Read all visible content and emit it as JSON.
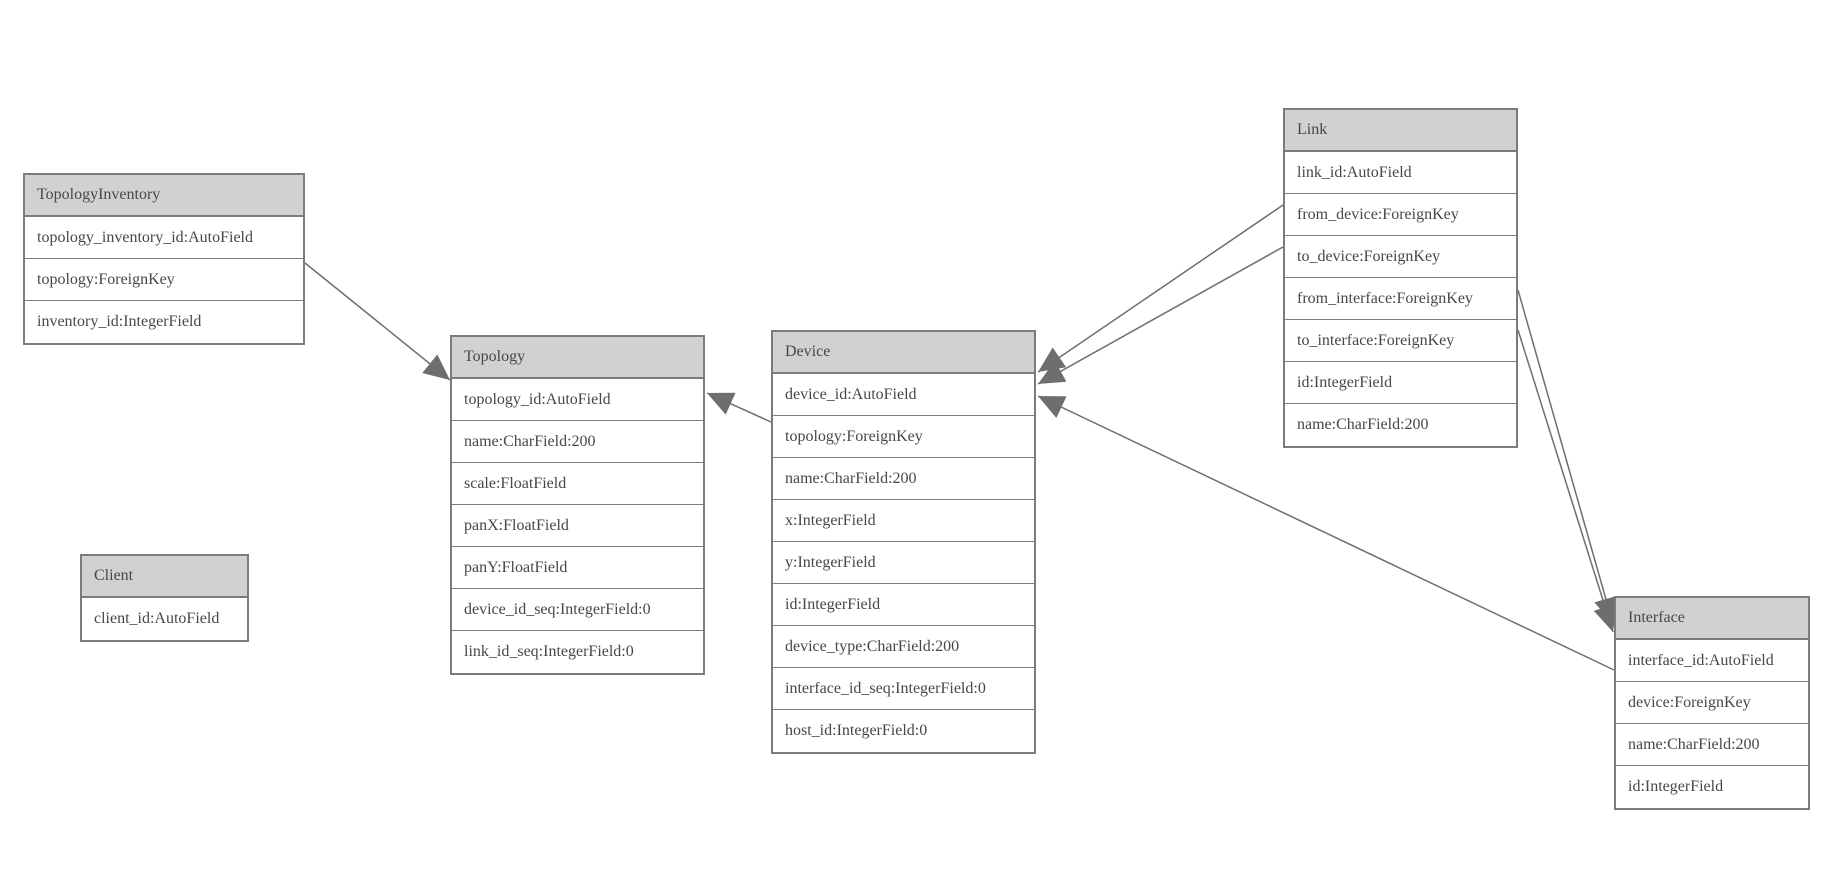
{
  "diagram": {
    "background": "#ffffff",
    "colors": {
      "header_bg": "#d1d1d1",
      "border": "#7b7b7b",
      "text": "#474747",
      "line": "#6e6e6e",
      "arrowhead": "#6e6e6e"
    },
    "entities": [
      {
        "name": "TopologyInventory",
        "fields": [
          "topology_inventory_id:AutoField",
          "topology:ForeignKey",
          "inventory_id:IntegerField"
        ]
      },
      {
        "name": "Topology",
        "fields": [
          "topology_id:AutoField",
          "name:CharField:200",
          "scale:FloatField",
          "panX:FloatField",
          "panY:FloatField",
          "device_id_seq:IntegerField:0",
          "link_id_seq:IntegerField:0"
        ]
      },
      {
        "name": "Client",
        "fields": [
          "client_id:AutoField"
        ]
      },
      {
        "name": "Device",
        "fields": [
          "device_id:AutoField",
          "topology:ForeignKey",
          "name:CharField:200",
          "x:IntegerField",
          "y:IntegerField",
          "id:IntegerField",
          "device_type:CharField:200",
          "interface_id_seq:IntegerField:0",
          "host_id:IntegerField:0"
        ]
      },
      {
        "name": "Link",
        "fields": [
          "link_id:AutoField",
          "from_device:ForeignKey",
          "to_device:ForeignKey",
          "from_interface:ForeignKey",
          "to_interface:ForeignKey",
          "id:IntegerField",
          "name:CharField:200"
        ]
      },
      {
        "name": "Interface",
        "fields": [
          "interface_id:AutoField",
          "device:ForeignKey",
          "name:CharField:200",
          "id:IntegerField"
        ]
      }
    ],
    "relationships": [
      {
        "from": "TopologyInventory.topology",
        "to": "Topology.topology_id"
      },
      {
        "from": "Device.topology",
        "to": "Topology.topology_id"
      },
      {
        "from": "Link.from_device",
        "to": "Device.device_id"
      },
      {
        "from": "Link.to_device",
        "to": "Device.device_id"
      },
      {
        "from": "Interface.device",
        "to": "Device.device_id"
      },
      {
        "from": "Link.from_interface",
        "to": "Interface.interface_id"
      },
      {
        "from": "Link.to_interface",
        "to": "Interface.interface_id"
      }
    ]
  }
}
